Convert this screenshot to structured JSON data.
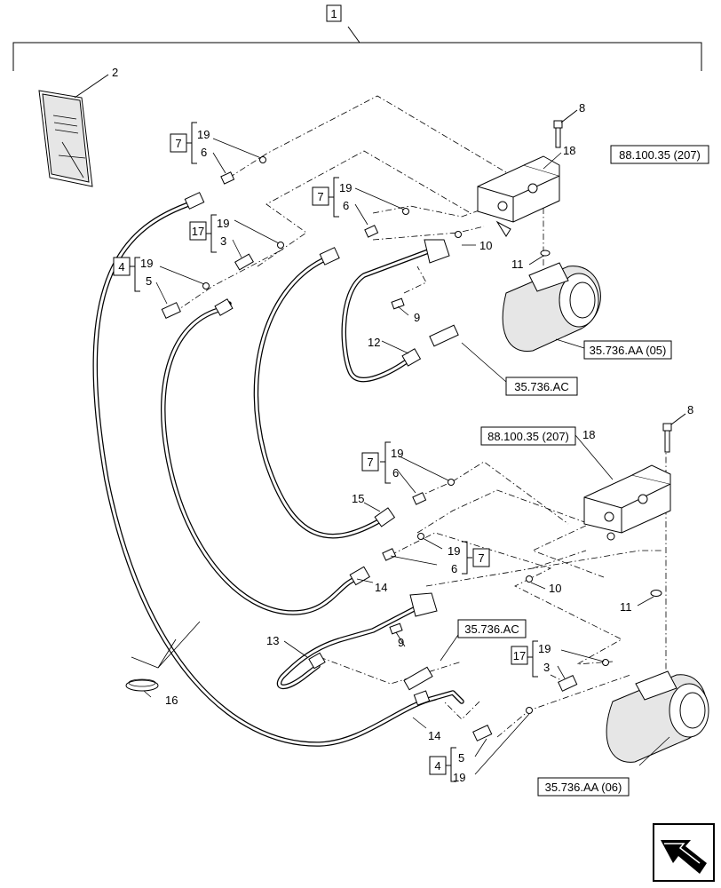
{
  "callouts": {
    "assembly": "1",
    "manual": "2",
    "item_3": "3",
    "item_4": "4",
    "item_5": "5",
    "item_6": "6",
    "item_7": "7",
    "item_8": "8",
    "item_9": "9",
    "item_10": "10",
    "item_11": "11",
    "item_12": "12",
    "item_13": "13",
    "item_14": "14",
    "item_15": "15",
    "item_16": "16",
    "item_17": "17",
    "item_18": "18",
    "item_19": "19"
  },
  "references": {
    "valve_upper": "88.100.35 (207)",
    "valve_lower": "88.100.35 (207)",
    "cylinder_upper": "35.736.AA (05)",
    "cylinder_lower": "35.736.AA (06)",
    "fitting_upper": "35.736.AC",
    "fitting_lower": "35.736.AC"
  },
  "icons": {
    "navigation": "arrow-icon"
  }
}
